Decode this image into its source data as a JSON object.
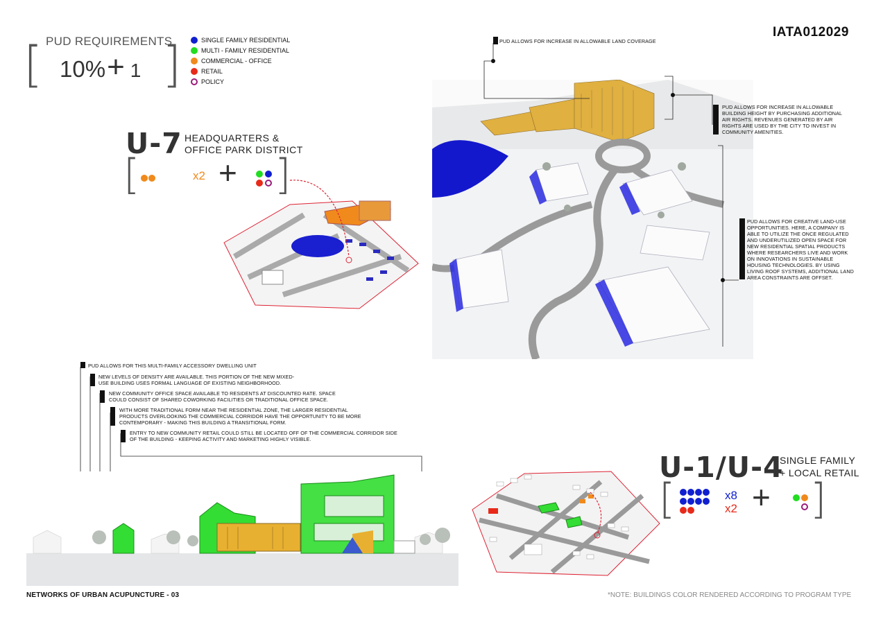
{
  "project_id": "IATA012029",
  "requirements": {
    "title": "PUD REQUIREMENTS",
    "formula_left": "10%",
    "formula_plus": "+",
    "formula_right": "1"
  },
  "legend": [
    {
      "label": "SINGLE FAMILY RESIDENTIAL",
      "color": "#1020d0",
      "style": "fill"
    },
    {
      "label": "MULTI - FAMILY RESIDENTIAL",
      "color": "#22dd22",
      "style": "fill"
    },
    {
      "label": "COMMERCIAL - OFFICE",
      "color": "#f08a1c",
      "style": "fill"
    },
    {
      "label": "RETAIL",
      "color": "#e82a1a",
      "style": "fill"
    },
    {
      "label": "POLICY",
      "color": "#9a1a7a",
      "style": "ring"
    }
  ],
  "u7": {
    "code": "U-7",
    "title_line1": "HEADQUARTERS &",
    "title_line2": "OFFICE PARK DISTRICT",
    "multiplier": "x2",
    "plus": "+"
  },
  "u14": {
    "code": "U-1/U-4",
    "title_line1": "SINGLE FAMILY",
    "title_line2": "+ LOCAL RETAIL",
    "multiplier1": "x8",
    "multiplier2": "x2",
    "plus": "+"
  },
  "annotations_top": {
    "land_coverage": "PUD ALLOWS FOR INCREASE IN ALLOWABLE LAND COVERAGE",
    "building_height": "PUD ALLOWS FOR INCREASE IN ALLOWABLE BUILDING HEIGHT BY PURCHASING ADDITIONAL AIR RIGHTS. REVENUES GENERATED BY AIR RIGHTS ARE USED BY THE CITY TO INVEST IN COMMUNITY AMENITIES.",
    "land_use": "PUD ALLOWS FOR CREATIVE LAND-USE OPPORTUNITIES. HERE, A COMPANY IS ABLE TO UTILIZE THE ONCE REGULATED AND UNDERUTILIZED OPEN SPACE FOR NEW RESIDENTIAL SPATIAL PRODUCTS WHERE RESEARCHERS LIVE AND WORK ON INNOVATIONS IN SUSTAINABLE HOUSING TECHNOLOGIES. BY USING LIVING ROOF SYSTEMS, ADDITIONAL LAND AREA CONSTRAINTS ARE OFFSET."
  },
  "annotations_bottom": [
    "PUD ALLOWS FOR THIS MULTI-FAMILY ACCESSORY DWELLING UNIT",
    "NEW LEVELS OF DENSITY ARE AVAILABLE. THIS PORTION OF THE NEW MIXED-USE BUILDING USES FORMAL LANGUAGE OF EXISTING NEIGHBORHOOD.",
    "NEW COMMUNITY OFFICE SPACE AVAILABLE TO RESIDENTS AT DISCOUNTED RATE. SPACE COULD CONSIST OF SHARED COWORKING FACILITIES OR TRADITIONAL OFFICE SPACE.",
    "WITH MORE TRADITIONAL FORM NEAR THE RESIDENTIAL ZONE, THE LARGER RESIDENTIAL PRODUCTS OVERLOOKING THE COMMERCIAL CORRIDOR HAVE THE OPPORTUNITY TO BE MORE CONTEMPORARY  - MAKING THIS BUILDING A TRANSITIONAL FORM.",
    "ENTRY TO NEW COMMUNITY RETAIL COULD STILL BE LOCATED OFF OF THE COMMERCIAL CORRIDOR SIDE OF THE BUILDING - KEEPING ACTIVITY AND MARKETING HIGHLY VISIBLE."
  ],
  "footer": {
    "left": "NETWORKS OF URBAN ACUPUNCTURE - 03",
    "right": "*NOTE: BUILDINGS COLOR RENDERED ACCORDING TO PROGRAM TYPE"
  }
}
